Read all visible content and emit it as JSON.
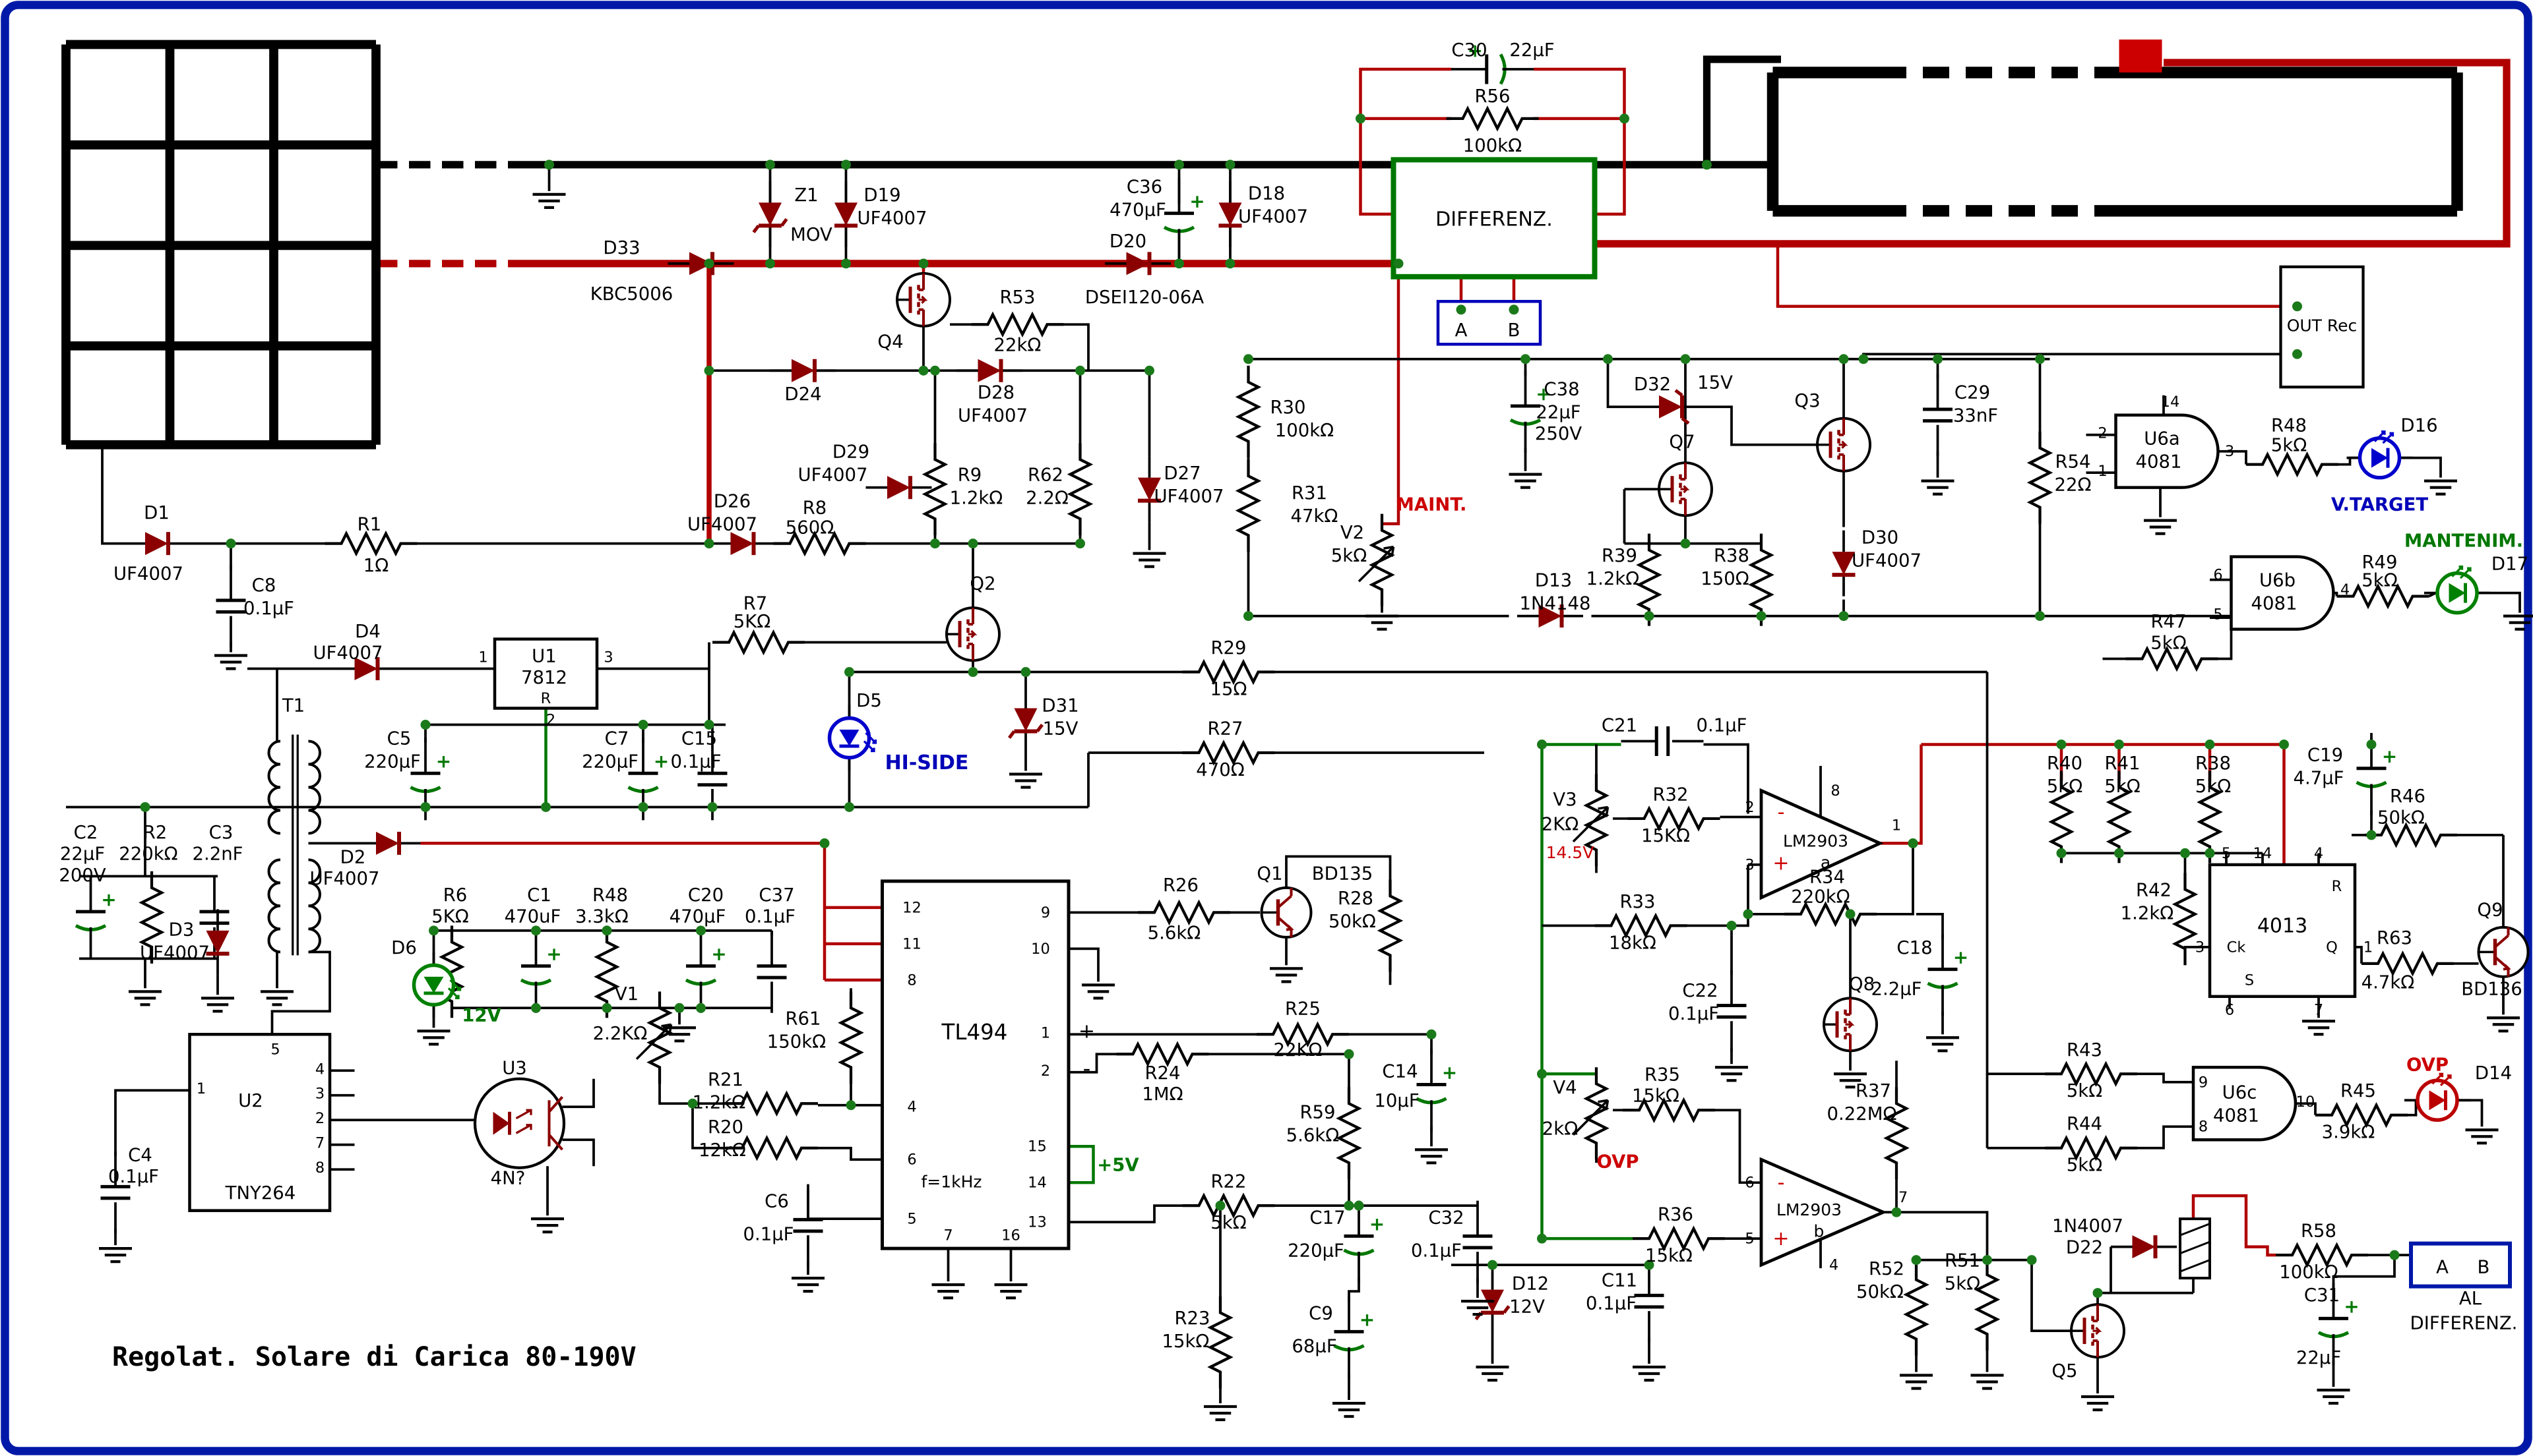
{
  "title": "Regolat. Solare di Carica 80-190V",
  "colors": {
    "wire": "#000000",
    "bus_red": "#b00000",
    "green": "#007700",
    "blue": "#0000b8",
    "border": "#0018a8",
    "diode": "#8b0000",
    "led_blue": "#0000cc",
    "led_green": "#008000",
    "led_red": "#bb0000"
  },
  "labels": [
    [
      "C30",
      891,
      34
    ],
    [
      "22μF",
      929,
      34
    ],
    [
      "R56",
      905,
      62
    ],
    [
      "100kΩ",
      905,
      92
    ],
    [
      "DIFFERENZ.",
      906,
      137,
      "k",
      12
    ],
    [
      "A",
      886,
      204
    ],
    [
      "B",
      918,
      204
    ],
    [
      "Z1",
      489,
      122
    ],
    [
      "MOV",
      492,
      146
    ],
    [
      "D19",
      535,
      122
    ],
    [
      "UF4007",
      541,
      136
    ],
    [
      "C36",
      694,
      117
    ],
    [
      "470μF",
      690,
      131
    ],
    [
      "D18",
      768,
      121
    ],
    [
      "UF4007",
      772,
      135
    ],
    [
      "D33",
      377,
      154
    ],
    [
      "KBC5006",
      383,
      182
    ],
    [
      "D20",
      684,
      150
    ],
    [
      "DSEI120-06A",
      694,
      184
    ],
    [
      "Q4",
      540,
      211
    ],
    [
      "R53",
      617,
      184
    ],
    [
      "22kΩ",
      617,
      213
    ],
    [
      "D24",
      487,
      243
    ],
    [
      "D28",
      604,
      242
    ],
    [
      "UF4007",
      602,
      256
    ],
    [
      "R30",
      781,
      251
    ],
    [
      "100kΩ",
      791,
      265
    ],
    [
      "R31",
      794,
      303
    ],
    [
      "47kΩ",
      797,
      317
    ],
    [
      "C38",
      947,
      240
    ],
    [
      "22μF",
      945,
      254
    ],
    [
      "250V",
      945,
      267
    ],
    [
      "D32",
      1002,
      237
    ],
    [
      "15V",
      1040,
      236
    ],
    [
      "Q7",
      1020,
      272
    ],
    [
      "Q3",
      1096,
      247
    ],
    [
      "C29",
      1196,
      242
    ],
    [
      "33nF",
      1198,
      256
    ],
    [
      "R54",
      1257,
      284
    ],
    [
      "22Ω",
      1257,
      298
    ],
    [
      "OUT Rec",
      1408,
      201,
      "k",
      10
    ],
    [
      "MAINT.",
      868,
      310,
      "r",
      11,
      "m",
      "b"
    ],
    [
      "D29",
      516,
      278
    ],
    [
      "UF4007",
      505,
      292
    ],
    [
      "R9",
      588,
      292
    ],
    [
      "1.2kΩ",
      592,
      306
    ],
    [
      "R62",
      634,
      292
    ],
    [
      "2.2Ω",
      635,
      306
    ],
    [
      "D27",
      717,
      291
    ],
    [
      "UF4007",
      721,
      305
    ],
    [
      "D26",
      444,
      308
    ],
    [
      "UF4007",
      438,
      322
    ],
    [
      "R8",
      494,
      312
    ],
    [
      "560Ω",
      491,
      324
    ],
    [
      "D1",
      95,
      315
    ],
    [
      "UF4007",
      90,
      352
    ],
    [
      "R1",
      224,
      322
    ],
    [
      "1Ω",
      228,
      347
    ],
    [
      "C8",
      160,
      359
    ],
    [
      "0.1μF",
      163,
      373
    ],
    [
      "D4",
      223,
      387
    ],
    [
      "UF4007",
      211,
      400
    ],
    [
      "U1",
      330,
      402
    ],
    [
      "7812",
      330,
      415
    ],
    [
      "R",
      331,
      427,
      "k",
      9
    ],
    [
      "1",
      293,
      402,
      "k",
      9
    ],
    [
      "3",
      369,
      402,
      "k",
      9
    ],
    [
      "2",
      334,
      440,
      "k",
      9
    ],
    [
      "R7",
      458,
      370
    ],
    [
      "5KΩ",
      456,
      381
    ],
    [
      "Q2",
      596,
      358
    ],
    [
      "D5",
      527,
      429
    ],
    [
      "HI-SIDE",
      562,
      467,
      "b",
      12,
      "m",
      "b"
    ],
    [
      "D31",
      643,
      432
    ],
    [
      "15V",
      643,
      446
    ],
    [
      "R29",
      745,
      397
    ],
    [
      "15Ω",
      745,
      422
    ],
    [
      "R27",
      743,
      446
    ],
    [
      "470Ω",
      740,
      471
    ],
    [
      "T1",
      178,
      432
    ],
    [
      "C5",
      242,
      452
    ],
    [
      "220μF",
      238,
      466
    ],
    [
      "C7",
      374,
      452
    ],
    [
      "220μF",
      370,
      466
    ],
    [
      "C15",
      424,
      452
    ],
    [
      "0.1μF",
      422,
      466
    ],
    [
      "C2",
      52,
      509
    ],
    [
      "22μF",
      50,
      522
    ],
    [
      "200V",
      50,
      535
    ],
    [
      "R2",
      94,
      509
    ],
    [
      "220kΩ",
      90,
      522
    ],
    [
      "C3",
      134,
      509
    ],
    [
      "2.2nF",
      132,
      522
    ],
    [
      "D2",
      214,
      524
    ],
    [
      "UF4007",
      209,
      537
    ],
    [
      "D3",
      110,
      568
    ],
    [
      "UF4007",
      106,
      582
    ],
    [
      "D6",
      245,
      579
    ],
    [
      "12V",
      292,
      620,
      "g",
      11,
      "m",
      "b"
    ],
    [
      "R6",
      276,
      547
    ],
    [
      "5KΩ",
      273,
      560
    ],
    [
      "C1",
      327,
      547
    ],
    [
      "470uF",
      323,
      560
    ],
    [
      "R48",
      370,
      547
    ],
    [
      "3.3kΩ",
      365,
      560
    ],
    [
      "C20",
      428,
      547
    ],
    [
      "470μF",
      423,
      560
    ],
    [
      "C37",
      471,
      547
    ],
    [
      "0.1μF",
      467,
      560
    ],
    [
      "V1",
      380,
      607
    ],
    [
      "2.2KΩ",
      376,
      631
    ],
    [
      "R61",
      487,
      622
    ],
    [
      "150kΩ",
      483,
      636
    ],
    [
      "TL494",
      591,
      631,
      "k",
      13
    ],
    [
      "12",
      553,
      554,
      "k",
      9
    ],
    [
      "11",
      553,
      576,
      "k",
      9
    ],
    [
      "8",
      553,
      598,
      "k",
      9
    ],
    [
      "4",
      553,
      675,
      "k",
      9
    ],
    [
      "6",
      553,
      707,
      "k",
      9
    ],
    [
      "5",
      553,
      743,
      "k",
      9
    ],
    [
      "9",
      634,
      557,
      "k",
      9
    ],
    [
      "10",
      631,
      579,
      "k",
      9
    ],
    [
      "1",
      634,
      630,
      "k",
      9
    ],
    [
      "2",
      634,
      653,
      "k",
      9
    ],
    [
      "+",
      659,
      630,
      "k",
      12
    ],
    [
      "-",
      659,
      653,
      "k",
      13
    ],
    [
      "15",
      629,
      699,
      "k",
      9
    ],
    [
      "14",
      629,
      721,
      "k",
      9
    ],
    [
      "13",
      629,
      745,
      "k",
      9
    ],
    [
      "7",
      575,
      753,
      "k",
      9
    ],
    [
      "16",
      613,
      753,
      "k",
      9
    ],
    [
      "f=1kHz",
      577,
      721,
      "k",
      10
    ],
    [
      "+5V",
      678,
      711,
      "g",
      11,
      "m",
      "b"
    ],
    [
      "Q1",
      770,
      534
    ],
    [
      "BD135",
      814,
      534
    ],
    [
      "R26",
      716,
      541
    ],
    [
      "5.6kΩ",
      712,
      570
    ],
    [
      "R28",
      822,
      549
    ],
    [
      "50kΩ",
      820,
      563
    ],
    [
      "R25",
      790,
      616
    ],
    [
      "22KΩ",
      787,
      641
    ],
    [
      "R24",
      705,
      655
    ],
    [
      "1MΩ",
      705,
      668
    ],
    [
      "R59",
      799,
      679
    ],
    [
      "5.6kΩ",
      796,
      693
    ],
    [
      "C14",
      849,
      654
    ],
    [
      "10μF",
      847,
      672
    ],
    [
      "R21",
      440,
      659
    ],
    [
      "1.2kΩ",
      436,
      673
    ],
    [
      "R20",
      440,
      688
    ],
    [
      "12kΩ",
      438,
      702
    ],
    [
      "C6",
      471,
      733
    ],
    [
      "0.1μF",
      466,
      753
    ],
    [
      "R22",
      745,
      721
    ],
    [
      "5kΩ",
      745,
      746
    ],
    [
      "C17",
      805,
      743
    ],
    [
      "220μF",
      798,
      763
    ],
    [
      "C32",
      877,
      743
    ],
    [
      "0.1μF",
      871,
      763
    ],
    [
      "C9",
      801,
      801
    ],
    [
      "68μF",
      797,
      821
    ],
    [
      "R23",
      723,
      804
    ],
    [
      "15kΩ",
      719,
      818
    ],
    [
      "D12",
      928,
      783
    ],
    [
      "12V",
      926,
      797
    ],
    [
      "C11",
      982,
      781
    ],
    [
      "0.1μF",
      977,
      795
    ],
    [
      "U2",
      152,
      672
    ],
    [
      "TNY264",
      158,
      728
    ],
    [
      "5",
      167,
      640,
      "k",
      9
    ],
    [
      "1",
      122,
      664,
      "k",
      9
    ],
    [
      "4",
      194,
      652,
      "k",
      9
    ],
    [
      "3",
      194,
      667,
      "k",
      9
    ],
    [
      "2",
      194,
      682,
      "k",
      9
    ],
    [
      "7",
      194,
      697,
      "k",
      9
    ],
    [
      "8",
      194,
      712,
      "k",
      9
    ],
    [
      "U3",
      312,
      652
    ],
    [
      "4N?",
      308,
      719
    ],
    [
      "C4",
      85,
      705
    ],
    [
      "0.1μF",
      81,
      718
    ],
    [
      "C21",
      982,
      444
    ],
    [
      "0.1μF",
      1044,
      444
    ],
    [
      "V3",
      949,
      489
    ],
    [
      "2KΩ",
      946,
      504
    ],
    [
      "14.5V",
      952,
      521,
      "r",
      10
    ],
    [
      "R32",
      1013,
      486
    ],
    [
      "15KΩ",
      1010,
      511
    ],
    [
      "LM2903",
      1101,
      514,
      "k",
      10
    ],
    [
      "a",
      1107,
      527,
      "k",
      10
    ],
    [
      "8",
      1113,
      483,
      "k",
      9
    ],
    [
      "2",
      1061,
      493,
      "k",
      9
    ],
    [
      "3",
      1061,
      528,
      "k",
      9
    ],
    [
      "1",
      1150,
      504,
      "k",
      9
    ],
    [
      "-",
      1080,
      497,
      "r",
      12
    ],
    [
      "+",
      1080,
      528,
      "r",
      12
    ],
    [
      "R33",
      993,
      551
    ],
    [
      "18kΩ",
      990,
      576
    ],
    [
      "R34",
      1108,
      536
    ],
    [
      "220kΩ",
      1104,
      548
    ],
    [
      "C22",
      1031,
      605
    ],
    [
      "0.1μF",
      1027,
      619
    ],
    [
      "Q8",
      1129,
      601
    ],
    [
      "C18",
      1161,
      579
    ],
    [
      "2.2μF",
      1150,
      604
    ],
    [
      "R37",
      1136,
      666
    ],
    [
      "0.22MΩ",
      1129,
      680
    ],
    [
      "LM2903",
      1097,
      738,
      "k",
      10
    ],
    [
      "b",
      1103,
      751,
      "k",
      10
    ],
    [
      "6",
      1061,
      721,
      "k",
      9
    ],
    [
      "5",
      1061,
      755,
      "k",
      9
    ],
    [
      "7",
      1154,
      730,
      "k",
      9
    ],
    [
      "4",
      1112,
      771,
      "k",
      9
    ],
    [
      "-",
      1080,
      722,
      "r",
      12
    ],
    [
      "+",
      1080,
      756,
      "r",
      12
    ],
    [
      "R35",
      1008,
      656
    ],
    [
      "15kΩ",
      1004,
      669
    ],
    [
      "V4",
      949,
      664
    ],
    [
      "2kΩ",
      946,
      689
    ],
    [
      "OVP",
      981,
      709,
      "r",
      11,
      "m",
      "b"
    ],
    [
      "R36",
      1016,
      741
    ],
    [
      "15kΩ",
      1012,
      766
    ],
    [
      "R40",
      1252,
      467
    ],
    [
      "5kΩ",
      1252,
      481
    ],
    [
      "R41",
      1287,
      467
    ],
    [
      "5kΩ",
      1287,
      481
    ],
    [
      "R38",
      1342,
      467
    ],
    [
      "5kΩ",
      1342,
      481
    ],
    [
      "R42",
      1306,
      544
    ],
    [
      "1.2kΩ",
      1302,
      558
    ],
    [
      "R43",
      1264,
      641
    ],
    [
      "5kΩ",
      1264,
      666
    ],
    [
      "R44",
      1264,
      686
    ],
    [
      "5kΩ",
      1264,
      711
    ],
    [
      "R39",
      982,
      341
    ],
    [
      "1.2kΩ",
      978,
      355
    ],
    [
      "R38",
      1050,
      341
    ],
    [
      "150Ω",
      1046,
      355
    ],
    [
      "D13",
      942,
      356
    ],
    [
      "1N4148",
      943,
      370
    ],
    [
      "D30",
      1140,
      330
    ],
    [
      "UF4007",
      1144,
      344
    ],
    [
      "V2",
      820,
      327
    ],
    [
      "5kΩ",
      818,
      341
    ],
    [
      "U6a",
      1311,
      270
    ],
    [
      "4081",
      1309,
      284
    ],
    [
      "14",
      1316,
      247,
      "k",
      9
    ],
    [
      "2",
      1275,
      266,
      "k",
      9
    ],
    [
      "1",
      1275,
      289,
      "k",
      9
    ],
    [
      "3",
      1352,
      277,
      "k",
      9
    ],
    [
      "R48",
      1388,
      262
    ],
    [
      "5kΩ",
      1388,
      274
    ],
    [
      "D16",
      1467,
      262
    ],
    [
      "V.TARGET",
      1443,
      310,
      "b",
      11,
      "m",
      "b"
    ],
    [
      "U6b",
      1381,
      356
    ],
    [
      "4081",
      1379,
      370
    ],
    [
      "6",
      1345,
      352,
      "k",
      9
    ],
    [
      "5",
      1345,
      376,
      "k",
      9
    ],
    [
      "4",
      1422,
      361,
      "k",
      9
    ],
    [
      "R49",
      1443,
      345
    ],
    [
      "5kΩ",
      1443,
      356
    ],
    [
      "MANTENIM.",
      1494,
      332,
      "g",
      11,
      "m",
      "b"
    ],
    [
      "D17",
      1522,
      346
    ],
    [
      "R47",
      1315,
      381
    ],
    [
      "5kΩ",
      1315,
      394
    ],
    [
      "C19",
      1410,
      462
    ],
    [
      "4.7μF",
      1406,
      476
    ],
    [
      "R46",
      1460,
      487
    ],
    [
      "50kΩ",
      1456,
      500
    ],
    [
      "4013",
      1384,
      566,
      "k",
      12
    ],
    [
      "5",
      1350,
      521,
      "k",
      9
    ],
    [
      "14",
      1372,
      521,
      "k",
      9
    ],
    [
      "4",
      1406,
      521,
      "k",
      9
    ],
    [
      "R",
      1417,
      541,
      "k",
      9
    ],
    [
      "3",
      1334,
      578,
      "k",
      9
    ],
    [
      "Ck",
      1356,
      578,
      "k",
      9
    ],
    [
      "Q",
      1414,
      578,
      "k",
      9
    ],
    [
      "1",
      1436,
      578,
      "k",
      9
    ],
    [
      "S",
      1364,
      598,
      "k",
      9
    ],
    [
      "6",
      1352,
      616,
      "k",
      9
    ],
    [
      "7",
      1406,
      616,
      "k",
      9
    ],
    [
      "Q9",
      1510,
      556
    ],
    [
      "BD136",
      1511,
      604
    ],
    [
      "R63",
      1452,
      573
    ],
    [
      "4.7kΩ",
      1448,
      600
    ],
    [
      "U6c",
      1358,
      667
    ],
    [
      "4081",
      1356,
      681
    ],
    [
      "9",
      1336,
      660,
      "k",
      9
    ],
    [
      "8",
      1336,
      687,
      "k",
      9
    ],
    [
      "10",
      1398,
      672,
      "k",
      9
    ],
    [
      "R45",
      1430,
      666
    ],
    [
      "3.9kΩ",
      1424,
      691
    ],
    [
      "OVP",
      1472,
      650,
      "r",
      11,
      "m",
      "b"
    ],
    [
      "D14",
      1512,
      655
    ],
    [
      "R51",
      1190,
      769
    ],
    [
      "5kΩ",
      1190,
      783
    ],
    [
      "R52",
      1144,
      774
    ],
    [
      "50kΩ",
      1140,
      788
    ],
    [
      "1N4007",
      1266,
      748
    ],
    [
      "D22",
      1264,
      761
    ],
    [
      "R58",
      1406,
      751
    ],
    [
      "100kΩ",
      1400,
      776
    ],
    [
      "A",
      1481,
      773
    ],
    [
      "B",
      1506,
      773
    ],
    [
      "AL",
      1498,
      792
    ],
    [
      "DIFFERENZ.",
      1494,
      807
    ],
    [
      "C31",
      1408,
      790
    ],
    [
      "22μF",
      1406,
      828
    ],
    [
      "Q5",
      1252,
      836
    ]
  ]
}
